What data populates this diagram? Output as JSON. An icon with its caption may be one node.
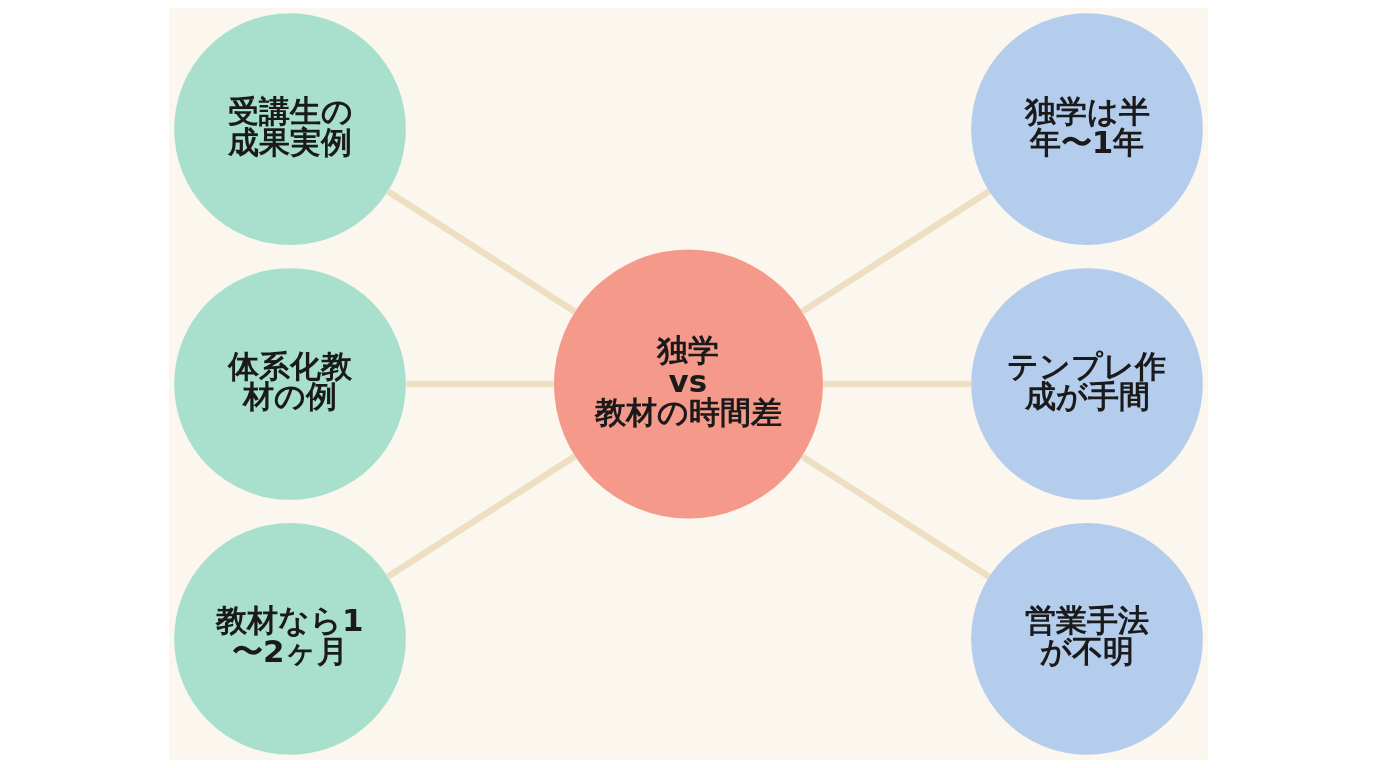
{
  "diagram": {
    "nodes": [
      {
        "text": [
          "受講生の成果実例"
        ]
      },
      {
        "text": [
          "独学は半年〜1年"
        ]
      },
      {
        "text": [
          "体系化教材の例"
        ]
      },
      {
        "text": [
          "独学 vs 教材の時間差"
        ]
      },
      {
        "text": [
          "テンプレ作成が手間"
        ]
      },
      {
        "text": [
          "教材なら1〜2ヶ月"
        ]
      },
      {
        "text": [
          "営業手法が不明"
        ]
      }
    ],
    "edges": [
      {
        "from": 0,
        "to": 3,
        "arrow": "none"
      },
      {
        "from": 3,
        "to": 1,
        "arrow": "none"
      },
      {
        "from": 2,
        "to": 3,
        "arrow": "none"
      },
      {
        "from": 3,
        "to": 4,
        "arrow": "none"
      },
      {
        "from": 5,
        "to": 3,
        "arrow": "none"
      },
      {
        "from": 3,
        "to": 6,
        "arrow": "none"
      }
    ]
  }
}
